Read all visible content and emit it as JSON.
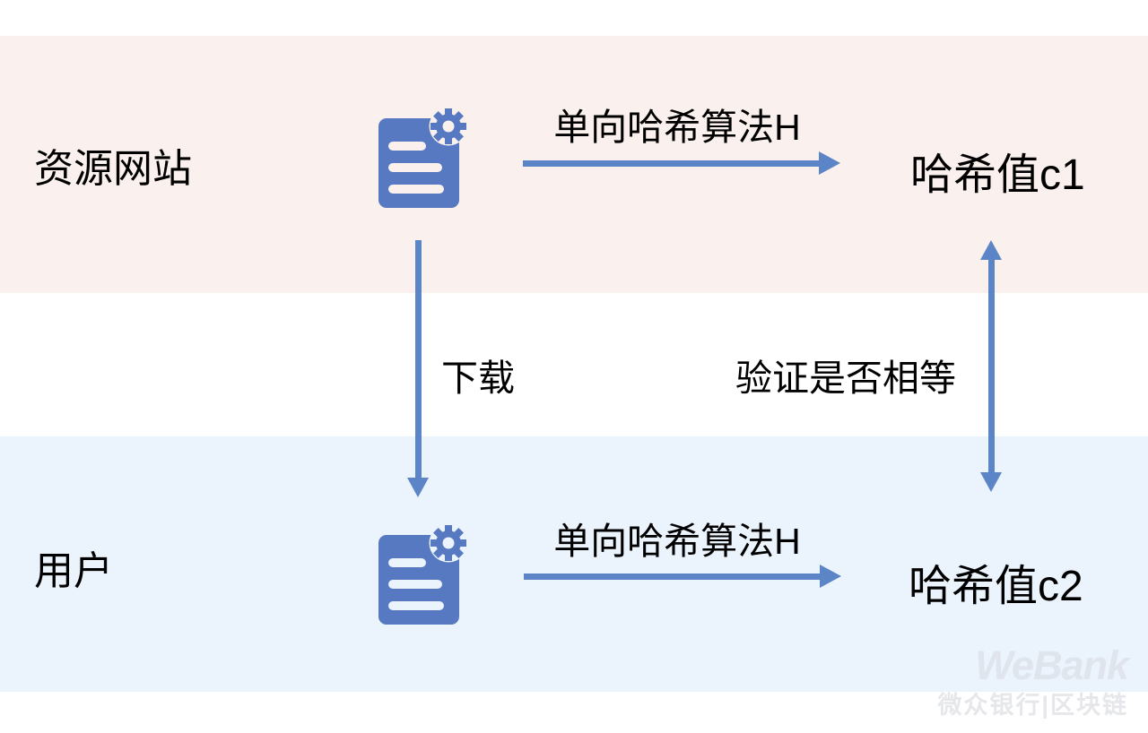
{
  "rows": {
    "source": {
      "label": "资源网站"
    },
    "user": {
      "label": "用户"
    }
  },
  "flows": {
    "top": {
      "arrow_label": "单向哈希算法H",
      "result": "哈希值c1"
    },
    "bottom": {
      "arrow_label": "单向哈希算法H",
      "result": "哈希值c2"
    }
  },
  "connectors": {
    "download": {
      "label": "下载"
    },
    "verify": {
      "label": "验证是否相等"
    }
  },
  "icons": {
    "document_gear": "document-with-gear-icon"
  },
  "colors": {
    "band_source": "#FAF0ED",
    "band_user": "#EBF3FC",
    "arrow_blue": "#5B85C6",
    "icon_blue": "#5679C2",
    "text": "#000000",
    "watermark": "#E2E5EC"
  },
  "watermark": {
    "brand": "WeBank",
    "subtitle": "微众银行|区块链"
  }
}
